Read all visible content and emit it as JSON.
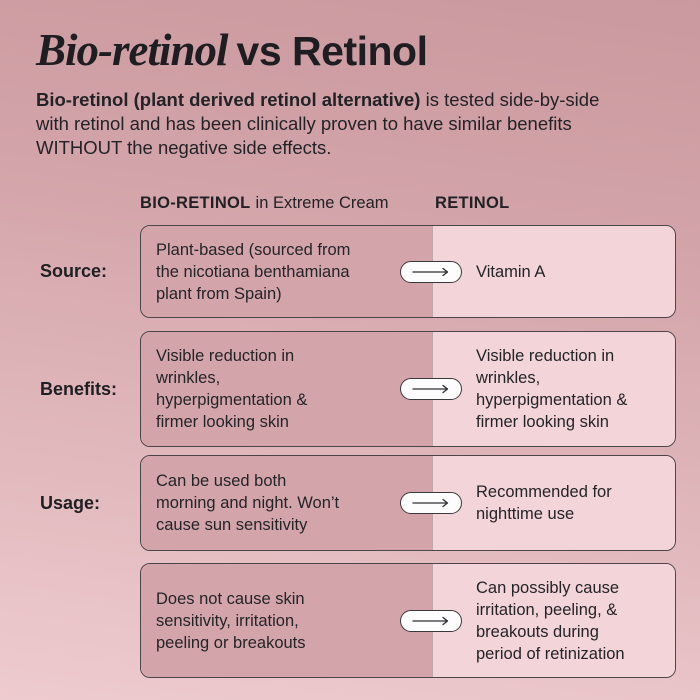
{
  "title": {
    "brand_part": "Bio-retinol",
    "vs_part": "vs Retinol"
  },
  "intro": {
    "lead_bold": "Bio-retinol (plant derived retinol alternative)",
    "body": " is tested side-by-side\nwith retinol and has been clinically proven to have similar benefits\nWITHOUT the negative side effects."
  },
  "columns": {
    "left_name": "BIO-RETINOL",
    "left_suffix": "in Extreme Cream",
    "right_name": "RETINOL"
  },
  "rows": [
    {
      "label": "Source:",
      "left": "Plant-based (sourced from\nthe nicotiana benthamiana\nplant from Spain)",
      "right": "Vitamin A"
    },
    {
      "label": "Benefits:",
      "left": "Visible reduction in\nwrinkles,\nhyperpigmentation &\nfirmer looking skin",
      "right": "Visible reduction in\nwrinkles,\nhyperpigmentation &\nfirmer looking skin"
    },
    {
      "label": "Usage:",
      "left": "Can be used both\nmorning and night. Won’t\ncause sun sensitivity",
      "right": "Recommended for\nnighttime use"
    },
    {
      "label": "",
      "left": "Does not cause skin\nsensitivity, irritation,\npeeling or breakouts",
      "right": "Can possibly cause\nirritation, peeling, &\nbreakouts during\nperiod of retinization"
    }
  ],
  "icons": {
    "arrow": "long-right-arrow"
  },
  "colors": {
    "background_top": "#ca999f",
    "background_bottom": "#eecbcf",
    "cell_left": "#d3a5aa",
    "cell_right": "#f2d4d9",
    "box_border": "#4b4448",
    "pill_background": "#fefdfd",
    "text": "#222226"
  }
}
